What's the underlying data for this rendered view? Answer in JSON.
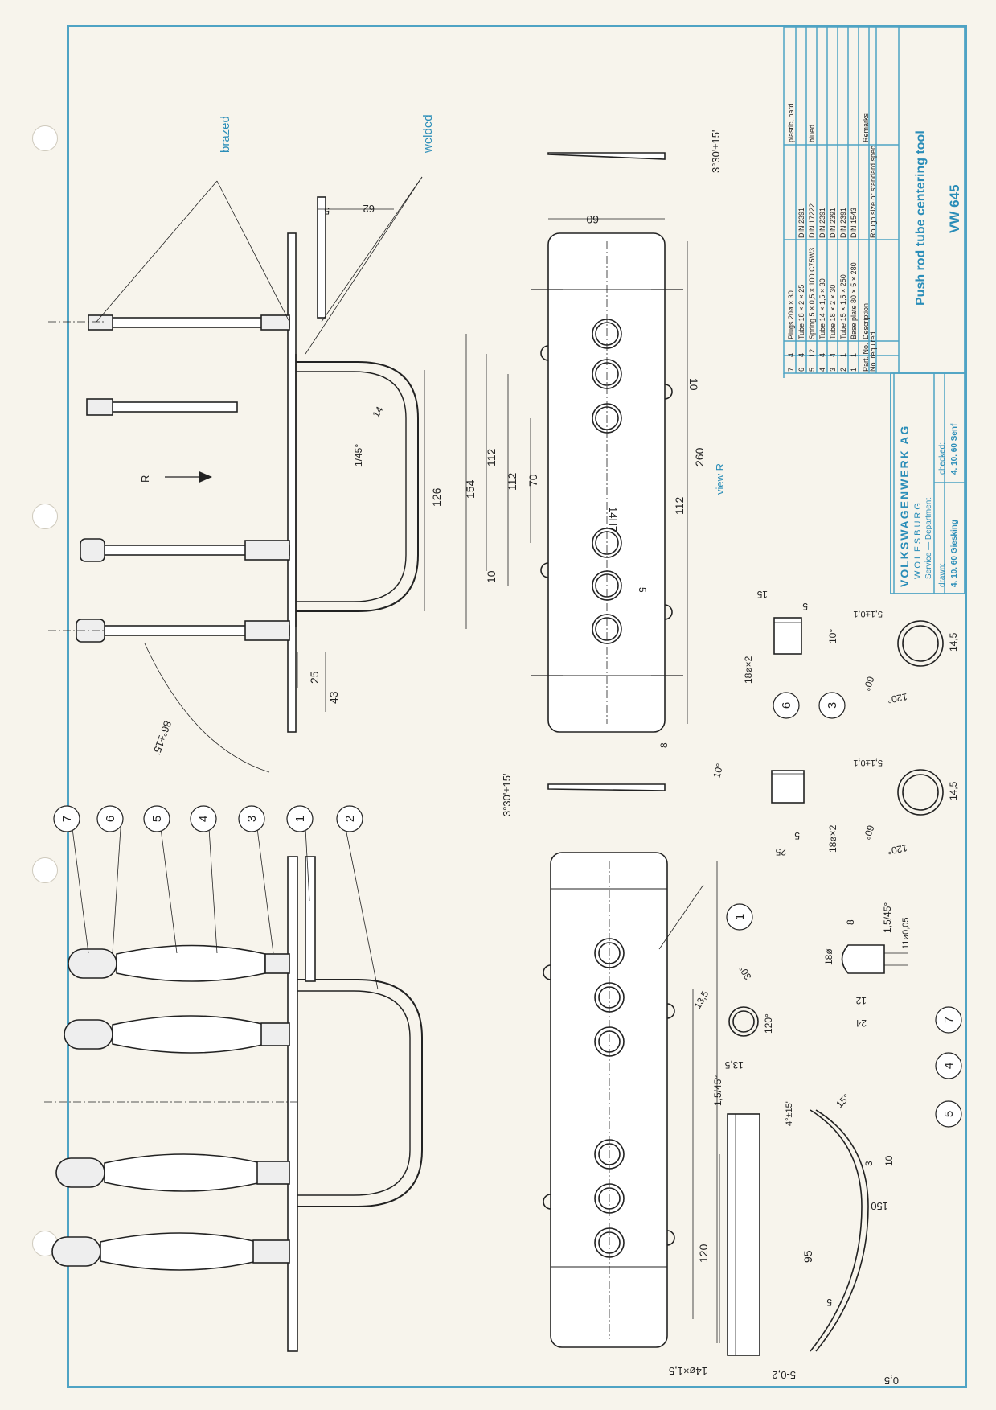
{
  "title_block": {
    "company": "VOLKSWAGENWERK AG",
    "city": "WOLFSBURG",
    "department": "Service — Department",
    "drawn_label": "drawn:",
    "drawn_value": "4. 10. 60 Giesking",
    "checked_label": "checked:",
    "checked_value": "4. 10. 60 Senf",
    "tool_name": "Push rod tube centering tool",
    "tool_number": "VW 645",
    "headers": {
      "part_no": "Part. No.",
      "no_required": "No. required",
      "description": "Description",
      "rough_size": "Rough size or standard spec.",
      "remarks": "Remarks"
    },
    "parts": [
      {
        "part": "7",
        "qty": "4",
        "desc": "Plugs 20ø × 30",
        "spec": "",
        "remarks": "plastic, hard"
      },
      {
        "part": "6",
        "qty": "4",
        "desc": "Tube 18 × 2 × 25",
        "spec": "DIN 2391",
        "remarks": ""
      },
      {
        "part": "5",
        "qty": "12",
        "desc": "Spring 5 × 0,5 × 100 C75W3",
        "spec": "DIN 17222",
        "remarks": "blued"
      },
      {
        "part": "4",
        "qty": "4",
        "desc": "Tube 14 × 1,5 × 30",
        "spec": "DIN 2391",
        "remarks": ""
      },
      {
        "part": "3",
        "qty": "4",
        "desc": "Tube 18 × 2 × 30",
        "spec": "DIN 2391",
        "remarks": ""
      },
      {
        "part": "2",
        "qty": "1",
        "desc": "Tube 15 × 1,5 × 250",
        "spec": "DIN 2391",
        "remarks": ""
      },
      {
        "part": "1",
        "qty": "1",
        "desc": "Base plate 80 × 5 × 280",
        "spec": "DIN 1543",
        "remarks": ""
      }
    ]
  },
  "annotations": {
    "brazed": "brazed",
    "welded": "welded",
    "view_r": "view R",
    "arrow_r": "R"
  },
  "dimensions": {
    "d62": "62",
    "d5a": "5",
    "d14": "14",
    "d1_45": "1/45°",
    "d126": "126",
    "d25": "25",
    "d43": "43",
    "d86": "86°±15'",
    "d154": "154",
    "d112a": "112",
    "d112b": "112",
    "d112c": "112",
    "d70": "70",
    "d10a": "10",
    "d10b": "10",
    "d14h7": "14H7",
    "d5b": "5",
    "d260": "260",
    "d60": "60",
    "d8": "8",
    "d3_30a": "3°30'±15'",
    "d3_30b": "3°30'±15'",
    "d15": "15",
    "d5c": "5",
    "d10deg_a": "10°",
    "d18x2_a": "18ø×2",
    "d51a": "5,1±0,1",
    "d145a": "14,5",
    "d60deg_a": "60°",
    "d120deg_a": "120°",
    "d10deg_b": "10°",
    "d25b": "25",
    "d5d": "5",
    "d18x2_b": "18ø×2",
    "d51b": "5,1±0,1",
    "d145b": "14,5",
    "d60deg_b": "60°",
    "d120deg_b": "120°",
    "d8b": "8",
    "d15_45a": "1,5/45°",
    "d18phi": "18ø",
    "d11": "11ø0,05",
    "d12": "12",
    "d24": "24",
    "d30deg": "30°",
    "d13_5a": "13,5",
    "d13_5b": "13,5",
    "d120deg_c": "120°",
    "d15_45b": "1,5/45°",
    "d4deg": "4°±15'",
    "d15deg": "15°",
    "d3": "3",
    "d10c": "10",
    "d150": "150",
    "d5e": "5",
    "d120": "120",
    "d95": "95",
    "d14x15": "14ø×1,5",
    "d5_02": "5-0,2",
    "d0_5": "0,5"
  },
  "balloons": [
    "7",
    "6",
    "5",
    "4",
    "3",
    "1",
    "2",
    "1",
    "6",
    "3",
    "4",
    "5",
    "7"
  ]
}
